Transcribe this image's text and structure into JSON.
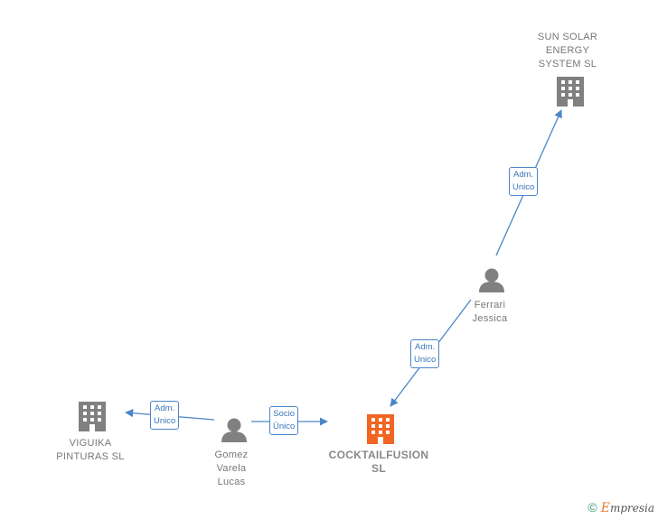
{
  "colors": {
    "edge": "#4a86c8",
    "company": "#808080",
    "company_main": "#f26522",
    "person": "#808080"
  },
  "nodes": {
    "sun_solar": {
      "type": "company",
      "lines": [
        "SUN SOLAR",
        "ENERGY",
        "SYSTEM  SL"
      ]
    },
    "ferrari": {
      "type": "person",
      "lines": [
        "Ferrari",
        "Jessica"
      ]
    },
    "viguika": {
      "type": "company",
      "lines": [
        "VIGUIKA",
        "PINTURAS  SL"
      ]
    },
    "gomez": {
      "type": "person",
      "lines": [
        "Gomez",
        "Varela",
        "Lucas"
      ]
    },
    "cocktail": {
      "type": "company",
      "main": true,
      "lines": [
        "COCKTAILFUSION",
        "SL"
      ]
    }
  },
  "edges": {
    "ferrari_sun": {
      "lines": [
        "Adm.",
        "Unico"
      ]
    },
    "ferrari_cocktail": {
      "lines": [
        "Adm.",
        "Unico"
      ]
    },
    "gomez_viguika": {
      "lines": [
        "Adm.",
        "Unico"
      ]
    },
    "gomez_cocktail": {
      "lines": [
        "Socio",
        "Único"
      ]
    }
  },
  "brand": {
    "symbol": "©",
    "initial": "E",
    "rest": "mpresia"
  }
}
